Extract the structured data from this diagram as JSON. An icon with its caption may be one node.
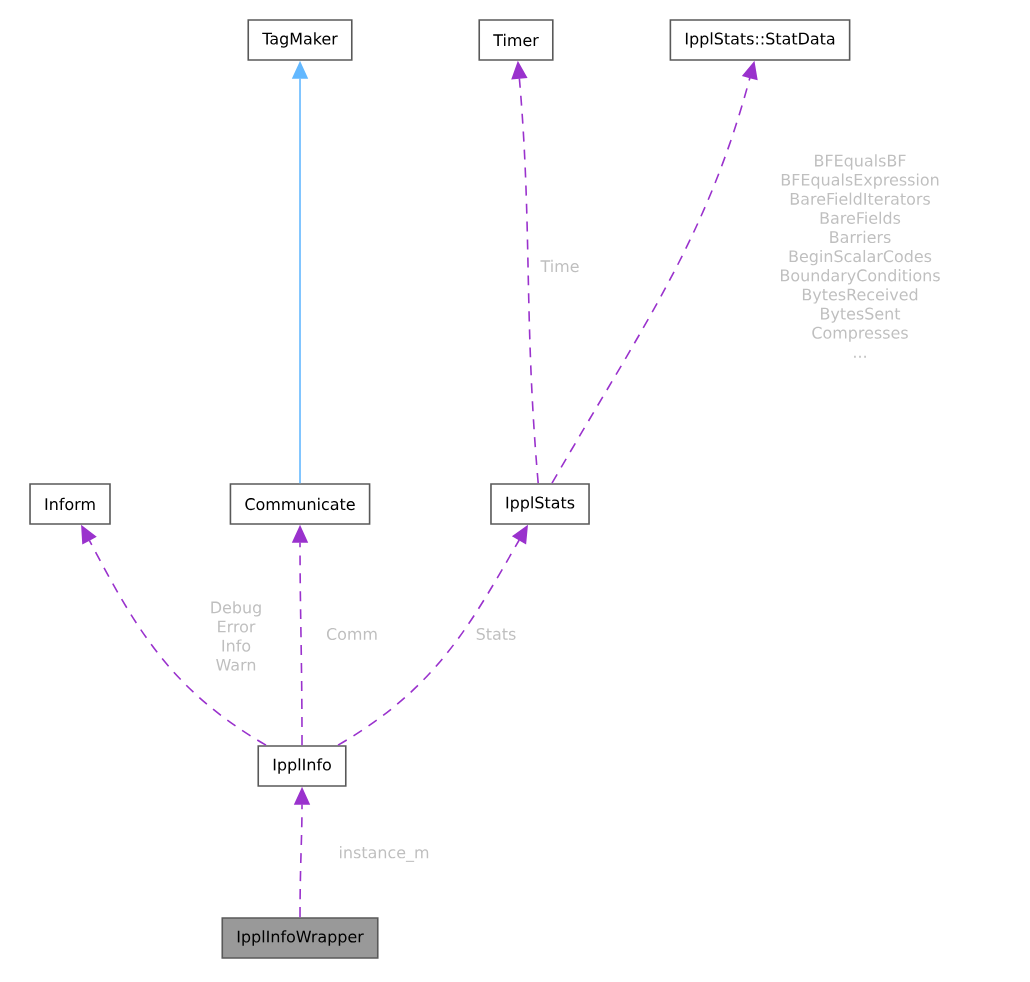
{
  "diagram": {
    "nodes": [
      {
        "text": [
          "TagMaker"
        ]
      },
      {
        "text": [
          "Timer"
        ]
      },
      {
        "text": [
          "IpplStats::StatData"
        ]
      },
      {
        "text": [
          "Inform"
        ]
      },
      {
        "text": [
          "Communicate"
        ]
      },
      {
        "text": [
          "IpplStats"
        ]
      },
      {
        "text": [
          "IpplInfo"
        ]
      },
      {
        "text": [
          "IpplInfoWrapper"
        ]
      }
    ],
    "edges": [
      {
        "from": 4,
        "to": 0,
        "arrow": "to",
        "color": "#63b8ff"
      },
      {
        "from": 5,
        "to": 1,
        "arrow": "to",
        "style": "dashed",
        "label": "Time"
      },
      {
        "from": 5,
        "to": 2,
        "arrow": "to",
        "style": "dashed",
        "label": "BFEqualsBF BFEqualsExpression BareFieldIterators BareFields Barriers BeginScalarCodes BoundaryConditions BytesReceived BytesSent Compresses ..."
      },
      {
        "from": 6,
        "to": 3,
        "arrow": "to",
        "style": "dashed",
        "label": "Debug Error Info Warn"
      },
      {
        "from": 6,
        "to": 4,
        "arrow": "to",
        "style": "dashed",
        "label": "Comm"
      },
      {
        "from": 6,
        "to": 5,
        "arrow": "to",
        "style": "dashed",
        "label": "Stats"
      },
      {
        "from": 7,
        "to": 6,
        "arrow": "to",
        "style": "dashed",
        "label": "instance_m"
      }
    ]
  }
}
